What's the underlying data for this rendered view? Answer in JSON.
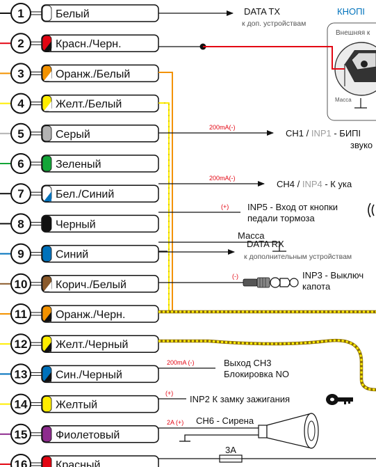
{
  "rows": [
    {
      "num": "1",
      "label": "Белый",
      "color": "#ffffff",
      "stripe": null
    },
    {
      "num": "2",
      "label": "Красн./Черн.",
      "color": "#e30613",
      "stripe": "#111111"
    },
    {
      "num": "3",
      "label": "Оранж./Белый",
      "color": "#f39200",
      "stripe": "#ffffff"
    },
    {
      "num": "4",
      "label": "Желт./Белый",
      "color": "#ffed00",
      "stripe": "#ffffff"
    },
    {
      "num": "5",
      "label": "Серый",
      "color": "#b2b2b2",
      "stripe": null
    },
    {
      "num": "6",
      "label": "Зеленый",
      "color": "#13a538",
      "stripe": null
    },
    {
      "num": "7",
      "label": "Бел./Синий",
      "color": "#ffffff",
      "stripe": "#0072bc"
    },
    {
      "num": "8",
      "label": "Черный",
      "color": "#111111",
      "stripe": null
    },
    {
      "num": "9",
      "label": "Синий",
      "color": "#0072bc",
      "stripe": null
    },
    {
      "num": "10",
      "label": "Корич./Белый",
      "color": "#8b5a2b",
      "stripe": "#ffffff"
    },
    {
      "num": "11",
      "label": "Оранж./Черн.",
      "color": "#f39200",
      "stripe": "#111111"
    },
    {
      "num": "12",
      "label": "Желт./Черный",
      "color": "#ffed00",
      "stripe": "#111111"
    },
    {
      "num": "13",
      "label": "Син./Черный",
      "color": "#0072bc",
      "stripe": "#111111"
    },
    {
      "num": "14",
      "label": "Желтый",
      "color": "#ffed00",
      "stripe": null
    },
    {
      "num": "15",
      "label": "Фиолетовый",
      "color": "#8e2c8e",
      "stripe": null
    },
    {
      "num": "16",
      "label": "Красный",
      "color": "#e30613",
      "stripe": null
    }
  ],
  "annotations": {
    "r1_main": "DATA TX",
    "r1_sub": "к доп. устройствам",
    "header_knop": "КНОПІ",
    "box_title": "Внешняя к",
    "box_massa": "Масса",
    "r5_current": "200mA(-)",
    "r5_ch": "CH1 / ",
    "r5_inp": "INP1",
    "r5_rest": " - БИПІ",
    "r5_line2": "звуко",
    "r6_current": "200mA(-)",
    "r6_ch": "CH4 / ",
    "r6_inp": "INP4",
    "r6_rest": " - К ука",
    "r7_pol": "(+)",
    "r7_line1": "INP5 - Вход от кнопки",
    "r7_line2": "педали тормоза",
    "r8_massa": "Масса",
    "r9_main": "DATA RX",
    "r9_sub": "к дополнительным устройствам",
    "r10_pol": "(-)",
    "r10_line1": "INP3 - Выключ",
    "r10_line2": "капота",
    "r13_current": "200mA (-)",
    "r13_line1": "Выход CH3",
    "r13_line2": "Блокировка NO",
    "r14_pol": "(+)",
    "r14_text": "INP2  К замку зажигания",
    "r15_current": "2A (+)",
    "r15_text": "CH6 - Сирена",
    "r16_fuse": "3A"
  },
  "colors": {
    "stroke": "#111111",
    "header": "#0072bc",
    "accent_red": "#e30613",
    "gray_text": "#9d9d9d",
    "twist_yellow": "#ffed00",
    "twist_dark": "#8a6d00",
    "wire_orange": "#f39200"
  }
}
